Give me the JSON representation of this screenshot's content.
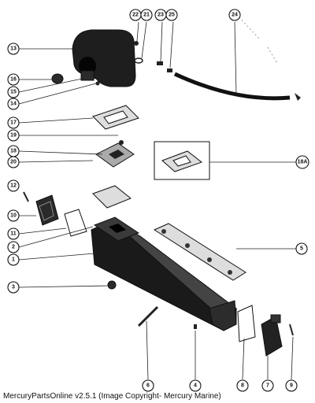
{
  "footer": {
    "text": "MercuryPartsOnline v2.5.1 (Image Copyright- Mercury Marine)"
  },
  "callouts": {
    "c22": "22",
    "c21": "21",
    "c23": "23",
    "c25": "25",
    "c24": "24",
    "c13": "13",
    "c16": "16",
    "c15": "15",
    "c14": "14",
    "c17": "17",
    "c19": "19",
    "c18": "18",
    "c20": "20",
    "c18a": "18A",
    "c12": "12",
    "c10": "10",
    "c11": "11",
    "c2": "2",
    "c1": "1",
    "c5": "5",
    "c3": "3",
    "c6": "6",
    "c4": "4",
    "c8": "8",
    "c7": "7",
    "c9": "9"
  }
}
